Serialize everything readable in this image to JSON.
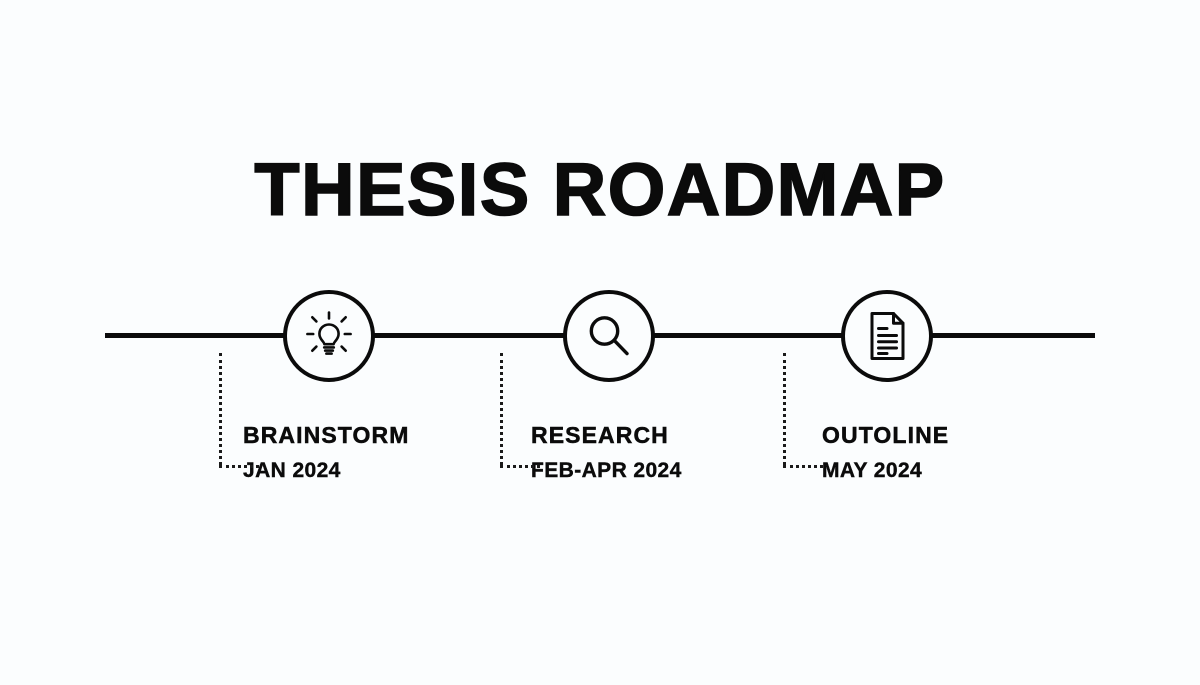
{
  "title": "THESIS ROADMAP",
  "colors": {
    "background": "#fbfdfe",
    "ink": "#0b0b0b",
    "dotted": "#1a1a1a"
  },
  "timeline": {
    "axis_label": "timeline-axis"
  },
  "milestones": [
    {
      "id": "brainstorm",
      "label": "BRAINSTORM",
      "date": "JAN 2024",
      "icon": "lightbulb-icon"
    },
    {
      "id": "research",
      "label": "RESEARCH",
      "date": "FEB-APR 2024",
      "icon": "magnifier-icon"
    },
    {
      "id": "outline",
      "label": "OUTOLINE",
      "date": "MAY 2024",
      "icon": "document-icon"
    }
  ]
}
